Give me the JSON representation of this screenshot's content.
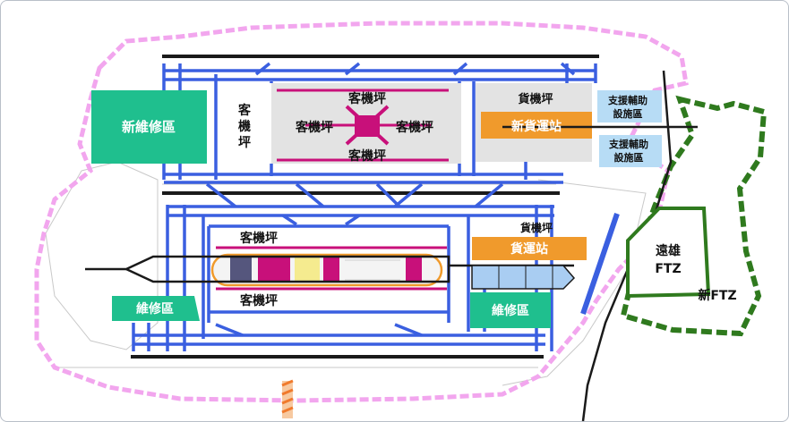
{
  "colors": {
    "boundary": "#f2a6ee",
    "taxiway": "#3a5fe0",
    "runway": "#1a1a1a",
    "maintenance": "#1fbf8e",
    "apron": "#e3e3e3",
    "apron_line": "#c8107a",
    "cargo": "#f09a2c",
    "support": "#b7dcf5",
    "cargo_pad": "#a9cdf2",
    "ftz": "#2f7a1e",
    "terminal_gray": "#55567d",
    "terminal_magenta": "#c8107a",
    "terminal_yellow": "#f5eb8f",
    "terminal_outline": "#f09a2c"
  },
  "labels": {
    "new_maintenance": "新維修區",
    "apron_left_vertical": [
      "客",
      "機",
      "坪"
    ],
    "apron_top": "客機坪",
    "apron_left": "客機坪",
    "apron_right": "客機坪",
    "apron_bottom": "客機坪",
    "cargo_apron_north": "貨機坪",
    "new_cargo_terminal": "新貨運站",
    "support_1_line1": "支援輔助",
    "support_1_line2": "設施區",
    "support_2_line1": "支援輔助",
    "support_2_line2": "設施區",
    "cargo_apron_south": "貨機坪",
    "cargo_terminal": "貨運站",
    "apron_south_top": "客機坪",
    "apron_south_bottom": "客機坪",
    "maintenance_west": "維修區",
    "maintenance_east": "維修區",
    "kaohsiung_ftz_line1": "遠雄",
    "kaohsiung_ftz_line2": "FTZ",
    "new_ftz": "新FTZ"
  }
}
